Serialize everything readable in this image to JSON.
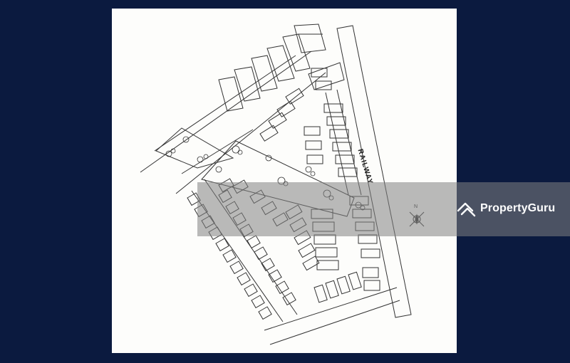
{
  "map": {
    "railway_label": "RAILWAY",
    "north_label": "N",
    "stroke_color": "#333333",
    "paper_color": "#fdfdfb",
    "background_color": "#0b1a3f"
  },
  "watermark": {
    "brand": "PropertyGuru",
    "logo_icon": "house-outline-logo"
  }
}
